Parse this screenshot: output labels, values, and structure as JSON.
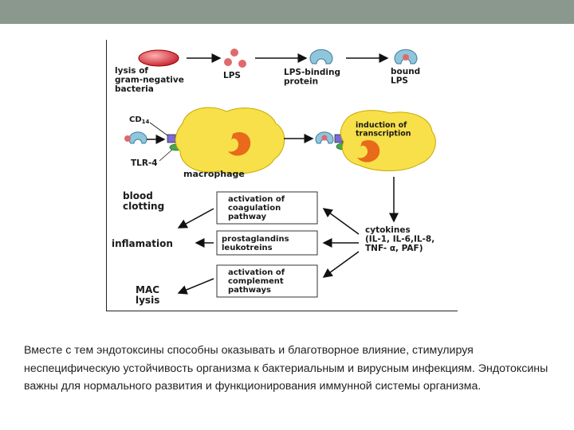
{
  "diagram": {
    "lysis": "lysis of\ngram-negative\nbacteria",
    "lps": "LPS",
    "lps_binding": "LPS-binding\nprotein",
    "bound_lps": "bound\nLPS",
    "cd14": "CD",
    "cd14_sub": "14",
    "tlr4": "TLR-4",
    "macrophage": "macrophage",
    "induction": "induction of\ntranscription",
    "cytokines": "cytokines\n(IL-1, IL-6,IL-8,\nTNF- α, PAF)",
    "box1": "activation of\ncoagulation\npathway",
    "box2": "prostaglandins\nleukotreins",
    "box3": "activation of\ncomplement\npathways",
    "blood_clotting": "blood\nclotting",
    "inflamation": "inflamation",
    "mac_lysis": "MAC\nlysis"
  },
  "caption": "Вместе с тем эндотоксины способны оказывать и благотворное влияние, стимулируя неспецифическую устойчивость организма к бактериальным и вирусным инфекциям. Эндотоксины важны для нормального развития и функционирования иммунной системы организма.",
  "colors": {
    "topbar": "#8a988e",
    "bacteria": "#d8333a",
    "lps": "#e06a6a",
    "protein": "#8fc6dc",
    "macrophage": "#f7e04a",
    "nucleus": "#e86a1a",
    "cd14": "#7a6ad8",
    "tlr4": "#4aa84a"
  }
}
